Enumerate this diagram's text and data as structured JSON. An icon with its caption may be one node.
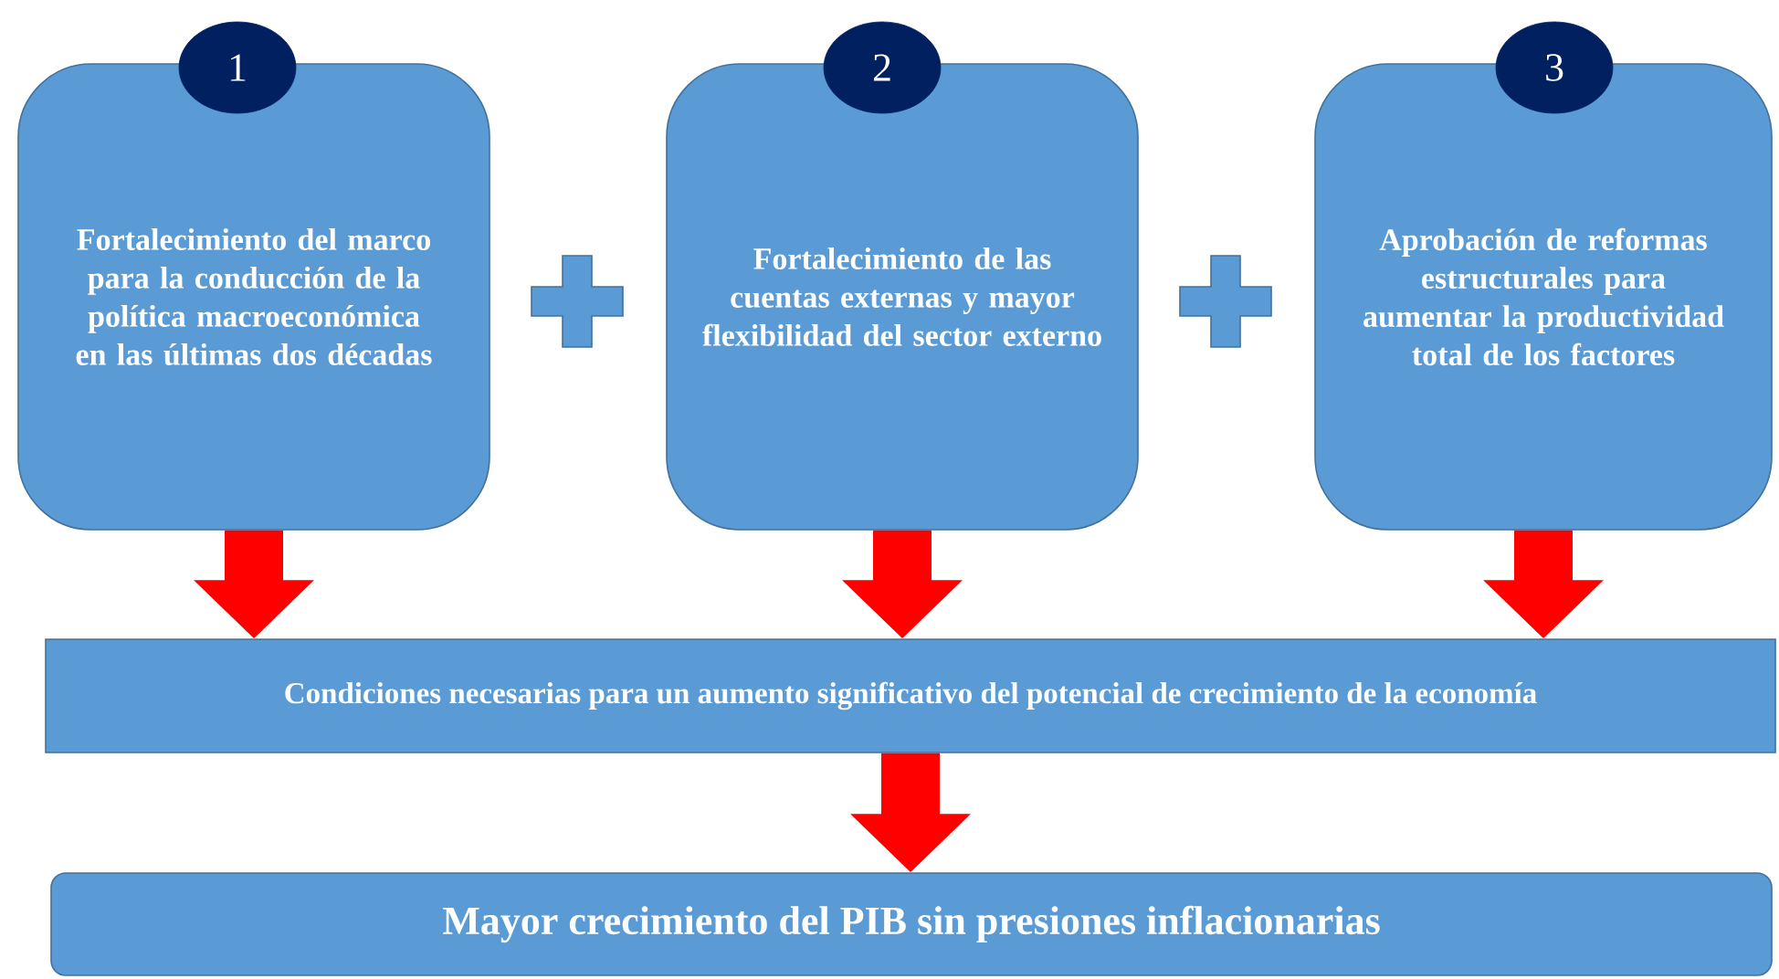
{
  "diagram": {
    "nodes": [
      {
        "text": [
          "1"
        ]
      },
      {
        "text": [
          "Fortalecimiento del marco para la conducción de la política macroeconómica en las últimas dos décadas"
        ]
      },
      {
        "text": [
          "2"
        ]
      },
      {
        "text": [
          "Fortalecimiento de las cuentas externas y mayor flexibilidad del sector externo"
        ]
      },
      {
        "text": [
          "3"
        ]
      },
      {
        "text": [
          "Aprobación de reformas estructurales para aumentar la productividad total de los factores"
        ]
      },
      {
        "text": [
          "Condiciones necesarias para un aumento significativo del potencial de crecimiento de la economía"
        ]
      },
      {
        "text": [
          "Mayor crecimiento del PIB sin presiones inflacionarias"
        ]
      }
    ],
    "edges": [
      {
        "from": 1,
        "to": 6,
        "arrow": "to"
      },
      {
        "from": 3,
        "to": 6,
        "arrow": "to"
      },
      {
        "from": 5,
        "to": 6,
        "arrow": "to"
      },
      {
        "from": 6,
        "to": 7,
        "arrow": "to"
      }
    ]
  }
}
